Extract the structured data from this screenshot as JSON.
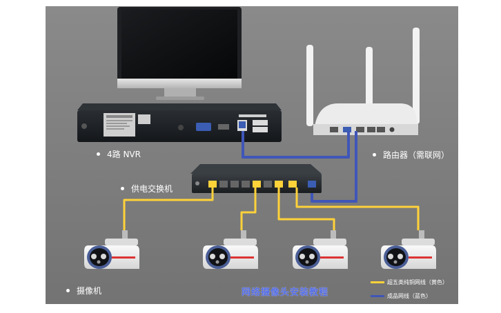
{
  "colors": {
    "background": "#7f7f7f",
    "cable_cat5e": "#ffd23a",
    "cable_network": "#3f56b8",
    "device_dark": "#1f2327",
    "router_white": "#ececec"
  },
  "labels": {
    "nvr": "4路 NVR",
    "router": "路由器（需联网）",
    "switch": "供电交换机",
    "camera": "摄像机"
  },
  "legend": {
    "yellow": "超五类纯铜网线（黄色）",
    "blue": "成品网线（蓝色）"
  },
  "watermark": "网络摄像头安装教程",
  "icons": [
    "monitor-icon",
    "nvr-icon",
    "router-icon",
    "poe-switch-icon",
    "camera-icon"
  ]
}
